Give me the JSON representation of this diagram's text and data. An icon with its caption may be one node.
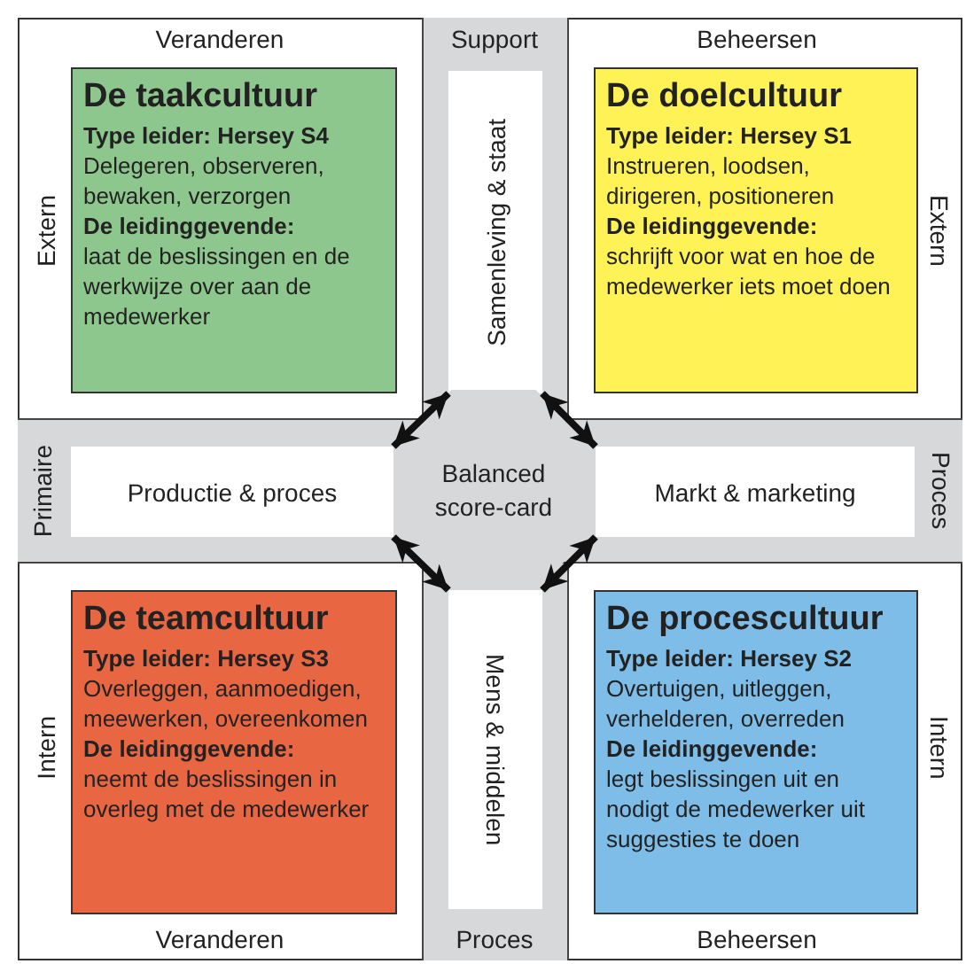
{
  "diagram": {
    "nodes": [
      {
        "text": [
          "De taakcultuur",
          "Type leider: Hersey S4",
          "Delegeren, observeren, bewaken, verzorgen",
          "De leidinggevende:",
          "laat de beslissingen en de werkwijze over aan de medewerker"
        ]
      },
      {
        "text": [
          "Samenleving & staat"
        ]
      },
      {
        "text": [
          "De doelcultuur",
          "Type leider: Hersey S1",
          "Instrueren, loodsen, dirigeren, positioneren",
          "De leidinggevende:",
          "schrijft voor wat en hoe de medewerker iets moet doen"
        ]
      },
      {
        "text": [
          "Productie & proces"
        ]
      },
      {
        "text": [
          "Balanced score-card"
        ]
      },
      {
        "text": [
          "Markt & marketing"
        ]
      },
      {
        "text": [
          "De teamcultuur",
          "Type leider: Hersey S3",
          "Overleggen, aanmoedigen, meewerken, overeenkomen",
          "De leidinggevende:",
          "neemt de beslissingen in overleg met de medewerker"
        ]
      },
      {
        "text": [
          "Mens & middelen"
        ]
      },
      {
        "text": [
          "De procescultuur",
          "Type leider: Hersey S2",
          "Overtuigen, uitleggen, verhelderen, overreden",
          "De leidinggevende:",
          "legt beslissingen uit en nodigt de medewerker uit suggesties te doen"
        ]
      }
    ],
    "edges": [
      {
        "from": 1,
        "to": 3,
        "arrow": "both"
      },
      {
        "from": 1,
        "to": 5,
        "arrow": "both"
      },
      {
        "from": 3,
        "to": 7,
        "arrow": "both"
      },
      {
        "from": 5,
        "to": 7,
        "arrow": "both"
      }
    ],
    "labels": [
      "Veranderen",
      "Support",
      "Beheersen",
      "Extern",
      "Extern",
      "Primaire",
      "Proces",
      "Intern",
      "Intern",
      "Veranderen",
      "Proces",
      "Beheersen"
    ]
  }
}
